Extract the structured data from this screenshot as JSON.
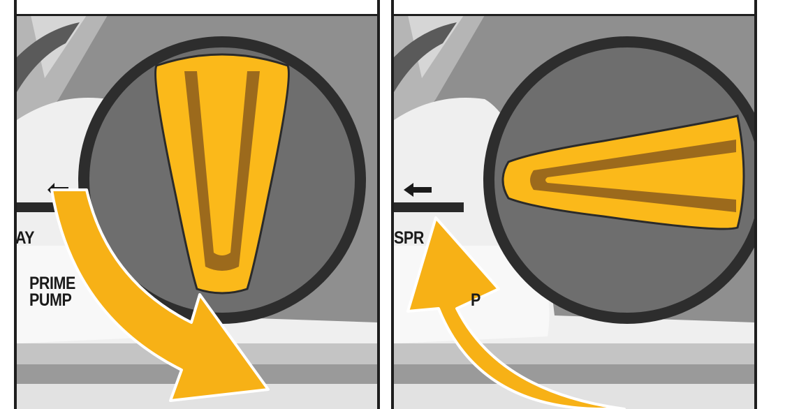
{
  "colors": {
    "arrow": "#f7b116",
    "knob": "#fbb91a",
    "knob_shadow": "#9c6a1c",
    "dial_face": "#6e6e6e",
    "dial_rim": "#2d2d2d",
    "body": "#8f8f8f",
    "frame": "#1e1e1e"
  },
  "left_panel": {
    "labels": [
      "AY",
      "PRIME",
      "PUMP"
    ],
    "knob_orientation": "vertical",
    "arrow_direction": "clockwise-down",
    "icons": [
      "direction-arrow-left-icon"
    ]
  },
  "right_panel": {
    "labels": [
      "SPR",
      "P"
    ],
    "knob_orientation": "horizontal",
    "arrow_direction": "counterclockwise-up",
    "icons": [
      "direction-arrow-left-icon"
    ]
  }
}
